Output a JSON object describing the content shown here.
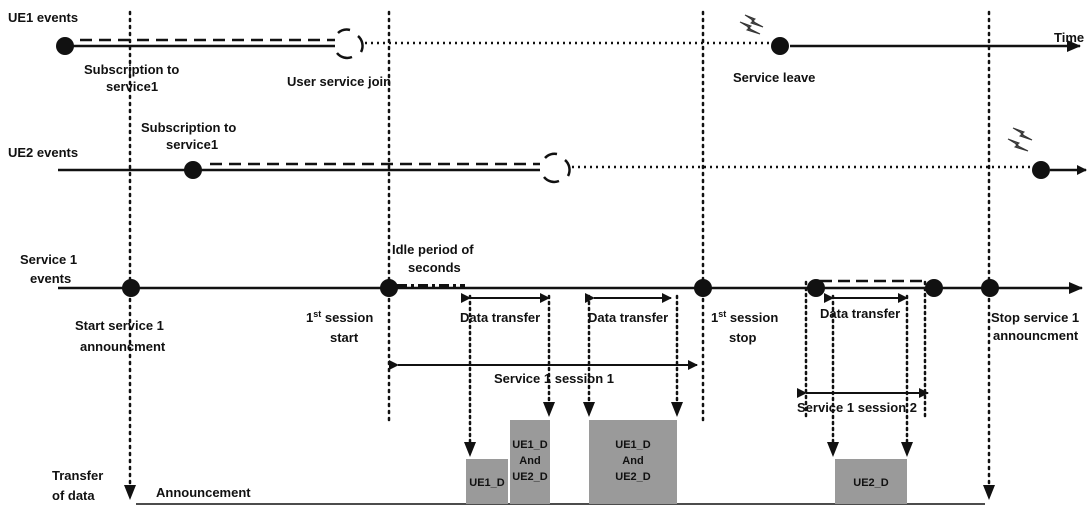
{
  "rows": {
    "ue1": "UE1 events",
    "ue2": "UE2 events",
    "service1_line1": "Service 1",
    "service1_line2": "events",
    "transfer_line1": "Transfer",
    "transfer_line2": "of data"
  },
  "time_label": "Time",
  "ue1_events": {
    "subscription_line1": "Subscription to",
    "subscription_line2": "service1",
    "join": "User service join",
    "leave": "Service leave"
  },
  "ue2_events": {
    "subscription_line1": "Subscription to",
    "subscription_line2": "service1"
  },
  "service1_events": {
    "start_line1": "Start service 1",
    "start_line2": "announcment",
    "idle_line1": "Idle period of",
    "idle_line2": "seconds",
    "session1_start_sup": "st",
    "session1_start_line1": " session",
    "session1_start_line2": "start",
    "session1_start_num": "1",
    "session1_stop_num": "1",
    "session1_stop_sup": "st",
    "session1_stop_line1": " session",
    "session1_stop_line2": "stop",
    "stop_line1": "Stop service 1",
    "stop_line2": "announcment",
    "data_transfer_1": "Data transfer",
    "data_transfer_2": "Data transfer",
    "data_transfer_3": "Data transfer",
    "session1_span": "Service 1 session 1",
    "session2_span": "Service 1 session 2"
  },
  "transfer": {
    "announcement": "Announcement",
    "box1": "UE1_D",
    "box2_line1": "UE1_D",
    "box2_line2": "And",
    "box2_line3": "UE2_D",
    "box3_line1": "UE1_D",
    "box3_line2": "And",
    "box3_line3": "UE2_D",
    "box4": "UE2_D"
  },
  "colors": {
    "line": "#111111",
    "box_fill": "#9a9a9a",
    "background": "#ffffff"
  }
}
